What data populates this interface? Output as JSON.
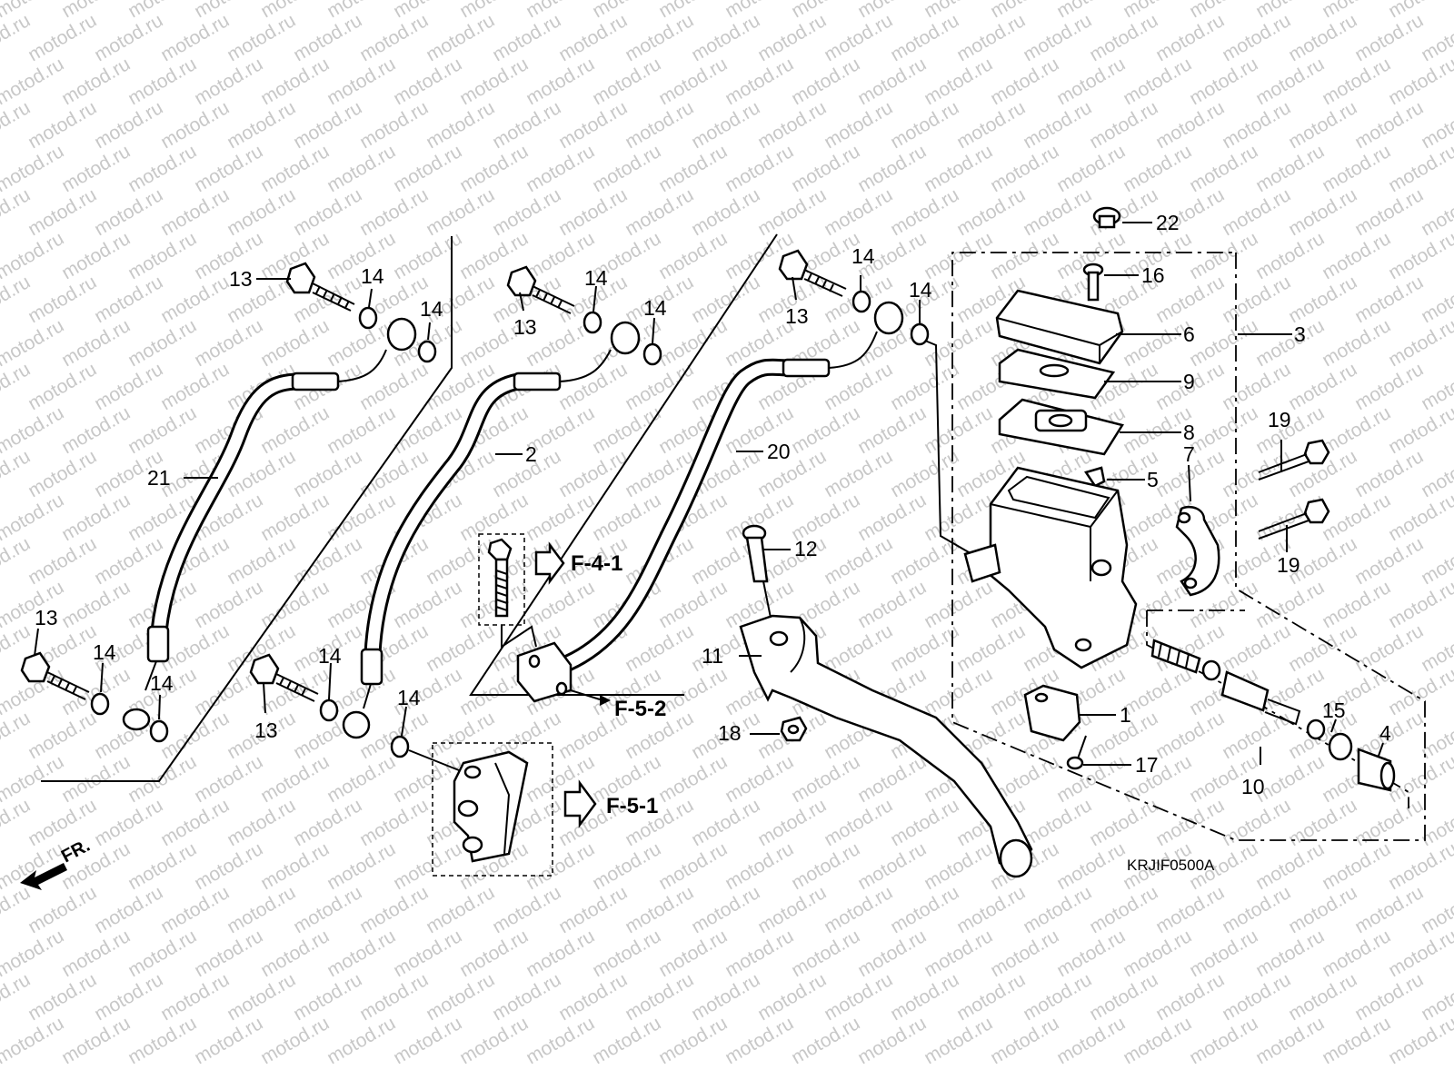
{
  "watermark": "motod.ru",
  "diagram_code": "KRJIF0500A",
  "front_arrow_label": "FR.",
  "callouts": {
    "c1": "1",
    "c2": "2",
    "c3": "3",
    "c4": "4",
    "c5": "5",
    "c6": "6",
    "c7": "7",
    "c8": "8",
    "c9": "9",
    "c10": "10",
    "c11": "11",
    "c12": "12",
    "c13": "13",
    "c14": "14",
    "c15": "15",
    "c16": "16",
    "c17": "17",
    "c18": "18",
    "c19": "19",
    "c20": "20",
    "c21": "21",
    "c22": "22"
  },
  "references": {
    "f41": "F-4-1",
    "f52": "F-5-2",
    "f51": "F-5-1"
  },
  "colors": {
    "line": "#000000",
    "background": "#ffffff",
    "watermark": "#c8c8c8"
  }
}
